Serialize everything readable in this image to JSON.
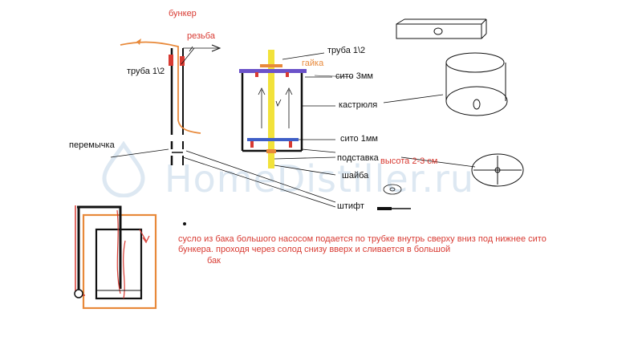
{
  "labels": {
    "bunker": "бункер",
    "thread": "резьба",
    "pipe_left": "труба 1\\2",
    "pipe_top": "труба 1\\2",
    "nut": "гайка",
    "sieve_3mm": "сито   3мм",
    "pot": "кастрюля",
    "sieve_1mm": "сито 1мм",
    "jumper": "перемычка",
    "stand": "подставка",
    "height": "высота  2-3 см",
    "washer": "шайба",
    "pin": "штифт"
  },
  "note": {
    "line1": "сусло из бака большого насосом подается по трубке внутрь сверху вниз под нижнее сито",
    "line2": "бункера.      проходя через солод снизу вверх и сливается в большой",
    "line3": "бак"
  },
  "watermark": "HomeDistiller.ru",
  "colors": {
    "ink": "#111111",
    "red": "#d83a32",
    "orange": "#e8893a",
    "yellow": "#f2e23a",
    "purple": "#6b52c9",
    "blue": "#3f5fc7",
    "watermark": "#dde8f2"
  }
}
